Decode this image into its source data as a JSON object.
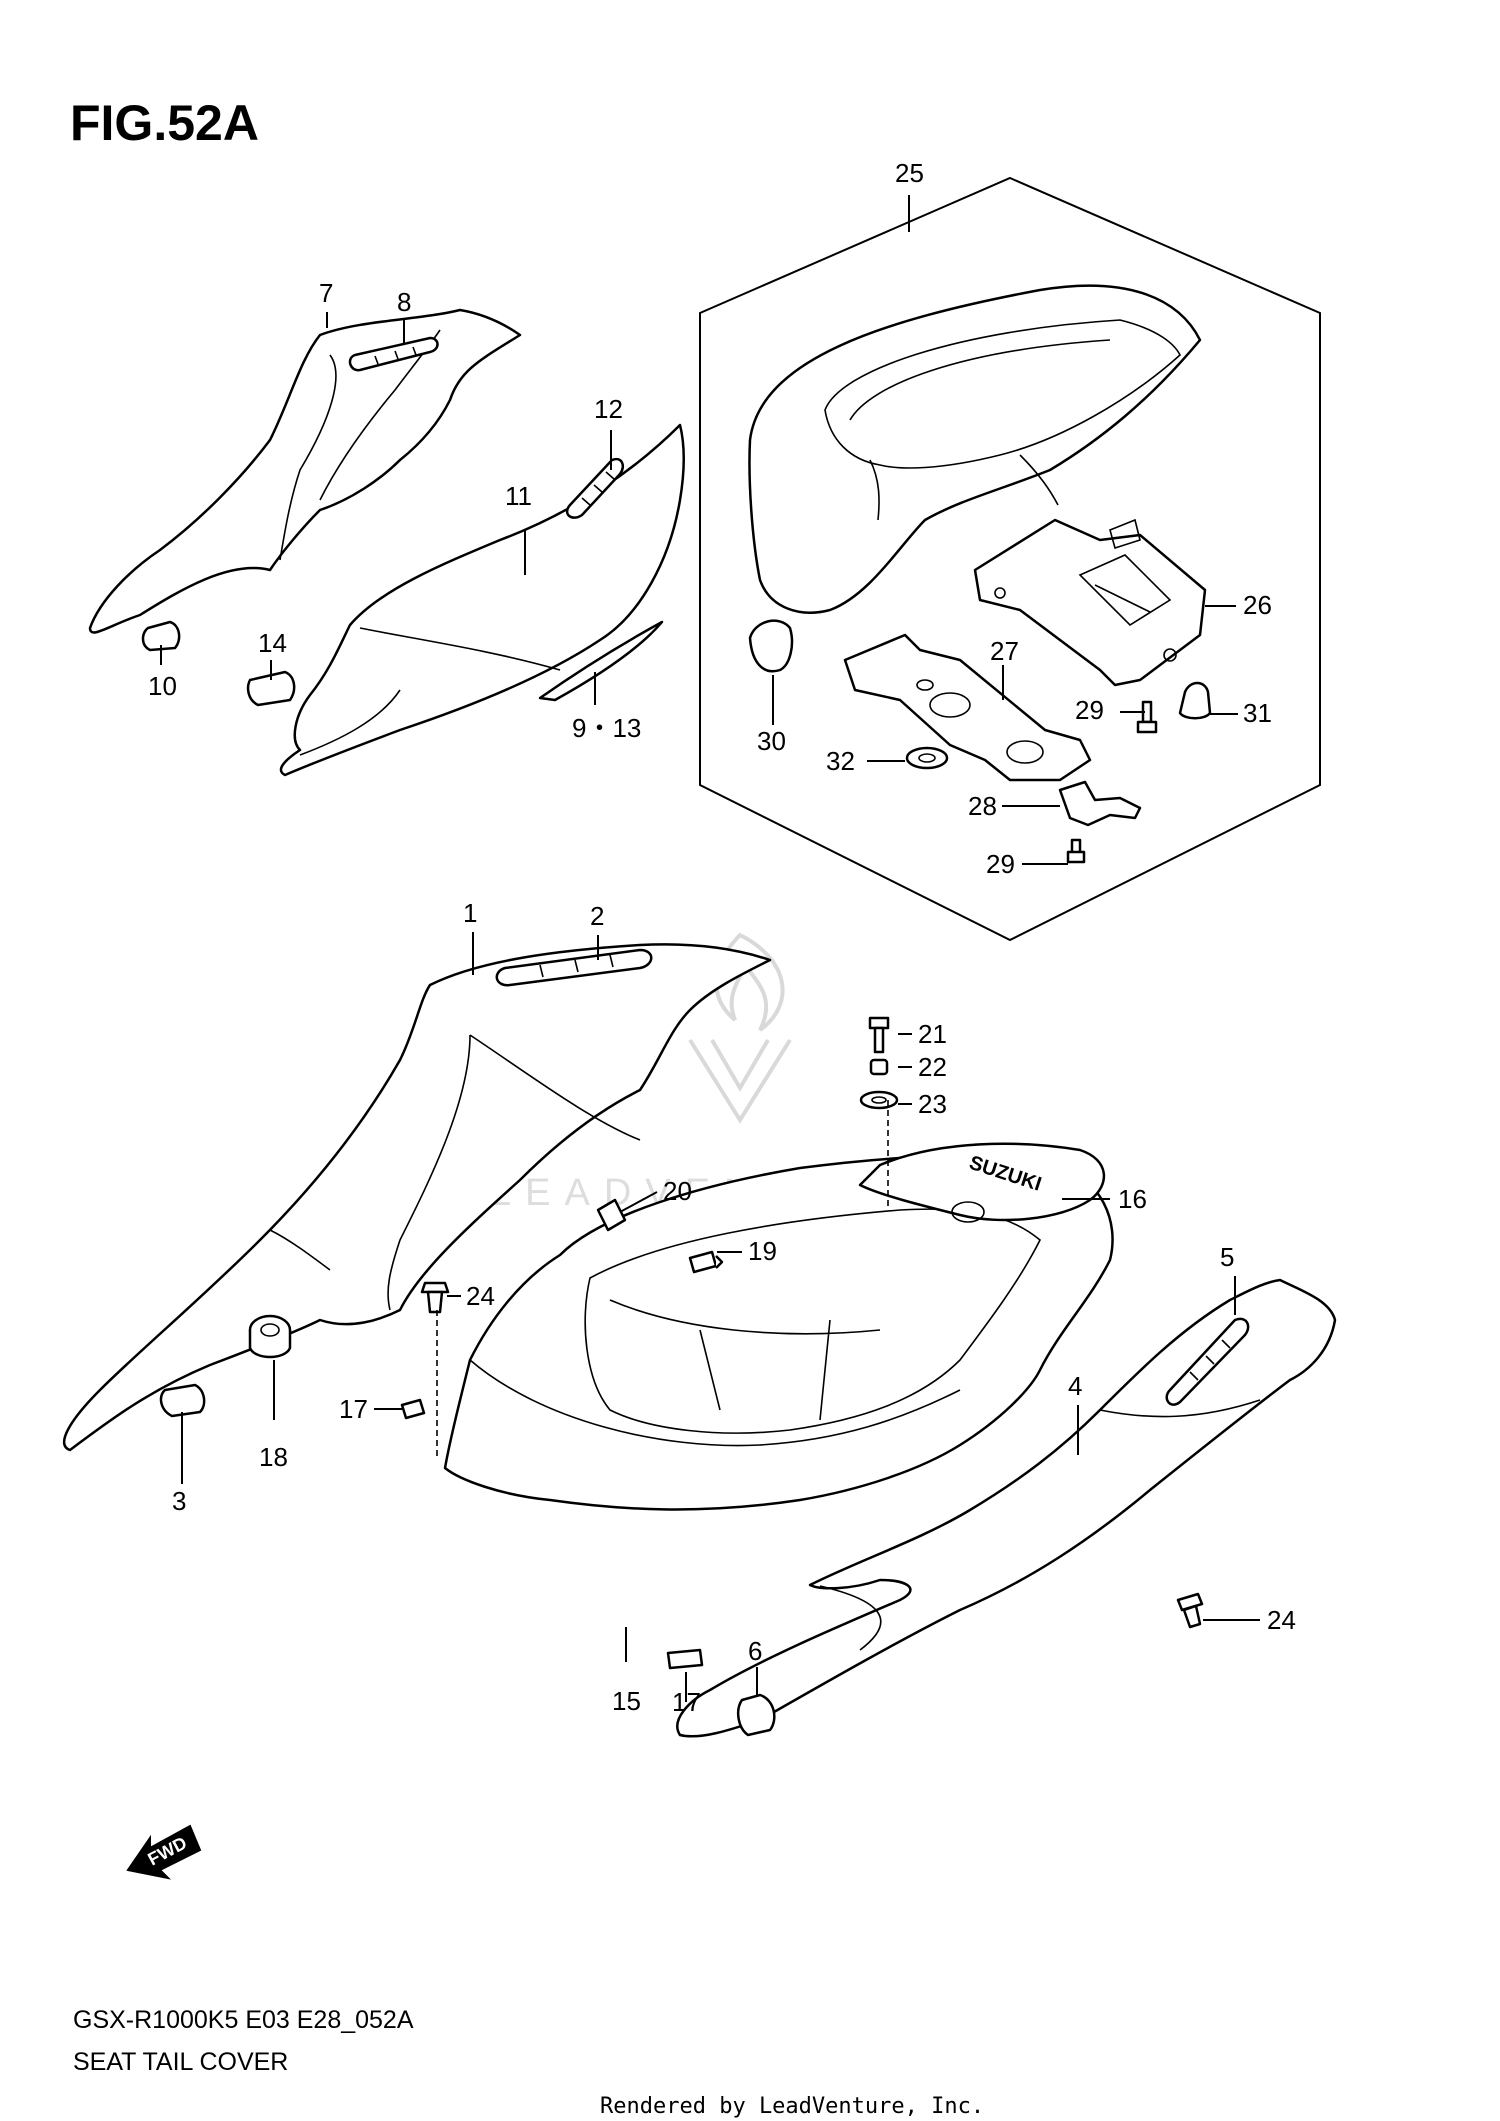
{
  "figure": {
    "title": "FIG.52A"
  },
  "footer": {
    "model_code": "GSX-R1000K5 E03 E28_052A",
    "section_name": "SEAT TAIL COVER",
    "credit": "Rendered by LeadVenture, Inc."
  },
  "watermark": {
    "text": "LEADVENTURE"
  },
  "direction_arrow": {
    "label": "FWD"
  },
  "logo_text": "SUZUKI",
  "callouts": {
    "c1": "1",
    "c2": "2",
    "c3": "3",
    "c4": "4",
    "c5": "5",
    "c6": "6",
    "c7": "7",
    "c8": "8",
    "c9_13": "9・13",
    "c10": "10",
    "c11": "11",
    "c12": "12",
    "c14": "14",
    "c15": "15",
    "c16": "16",
    "c17a": "17",
    "c17b": "17",
    "c18": "18",
    "c19": "19",
    "c20": "20",
    "c21": "21",
    "c22": "22",
    "c23": "23",
    "c24a": "24",
    "c24b": "24",
    "c25": "25",
    "c26": "26",
    "c27": "27",
    "c28": "28",
    "c29a": "29",
    "c29b": "29",
    "c30": "30",
    "c31": "31",
    "c32": "32"
  }
}
